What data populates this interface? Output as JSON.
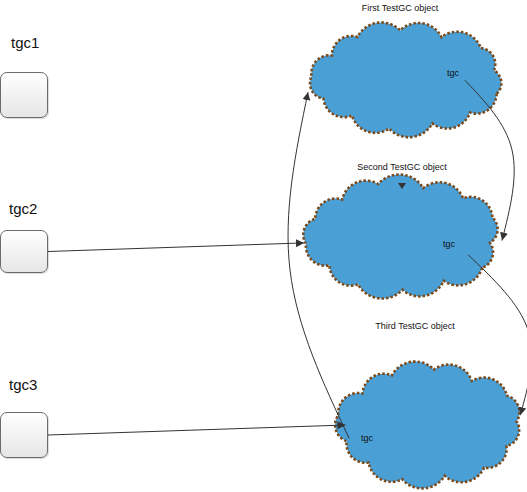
{
  "diagram": {
    "nodes": [
      {
        "text": [
          "tgc1"
        ]
      },
      {
        "text": [
          "tgc2"
        ]
      },
      {
        "text": [
          "tgc3"
        ]
      },
      {
        "text": [
          "First TestGC object",
          "tgc"
        ]
      },
      {
        "text": [
          "Second TestGC object",
          "tgc"
        ]
      },
      {
        "text": [
          "Third TestGC object",
          "tgc"
        ]
      }
    ],
    "edges": [
      {
        "from": 1,
        "to": 4,
        "arrow": "to"
      },
      {
        "from": 2,
        "to": 5,
        "arrow": "to"
      },
      {
        "from": 3,
        "to": 4,
        "arrow": "to"
      },
      {
        "from": 4,
        "to": 5,
        "arrow": "to"
      },
      {
        "from": 5,
        "to": 3,
        "arrow": "to"
      }
    ]
  }
}
